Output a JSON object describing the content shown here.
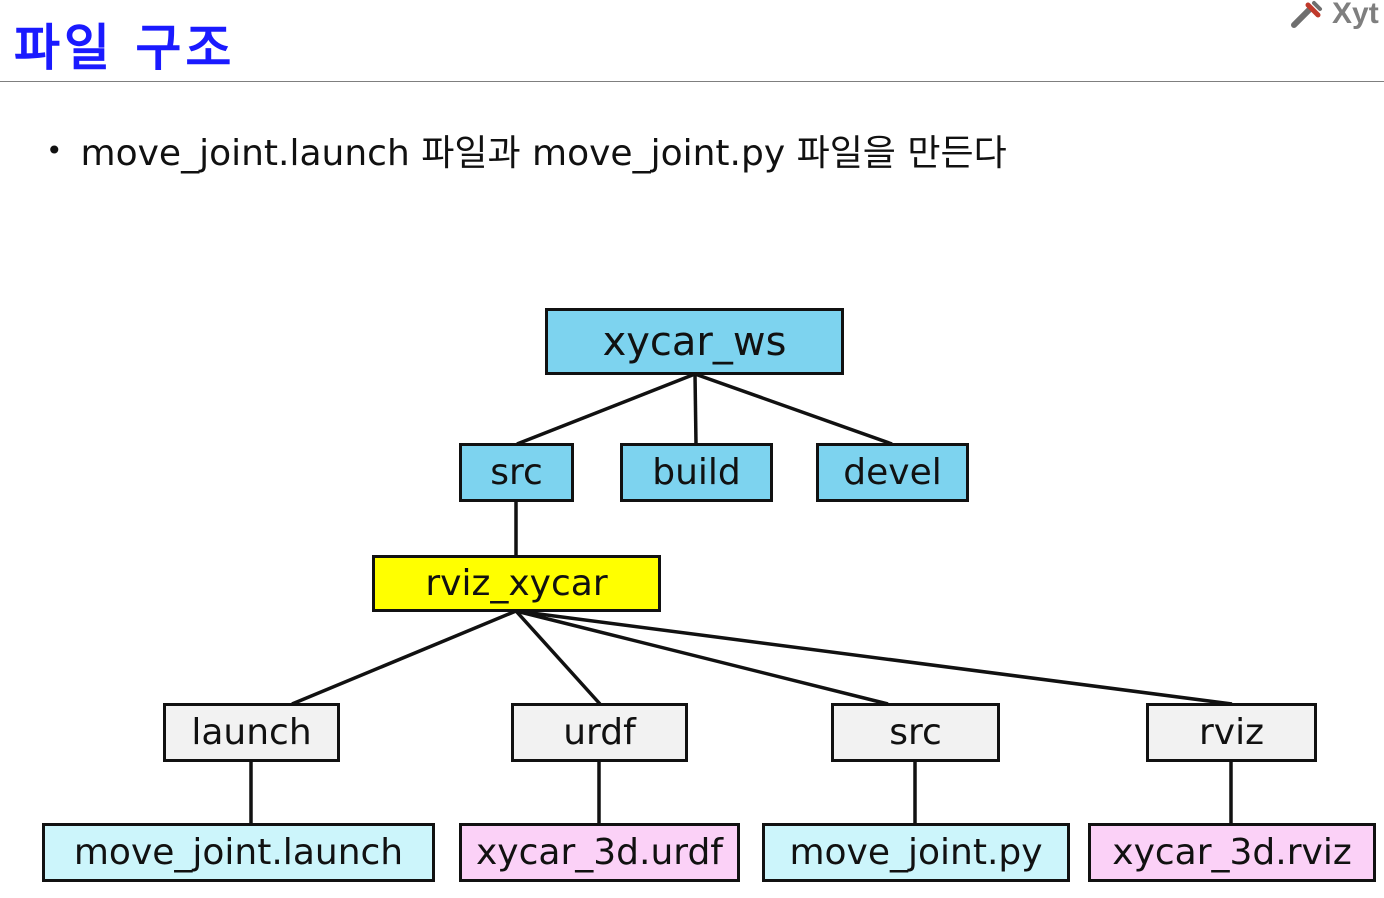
{
  "header": {
    "title": "파일 구조",
    "logo_text": "Xyt",
    "logo_icon": "tools-icon"
  },
  "bullet": {
    "text": "move_joint.launch 파일과 move_joint.py 파일을 만든다"
  },
  "tree": {
    "root": "xycar_ws",
    "level1": [
      "src",
      "build",
      "devel"
    ],
    "package": "rviz_xycar",
    "folders": [
      "launch",
      "urdf",
      "src",
      "rviz"
    ],
    "files": [
      "move_joint.launch",
      "xycar_3d.urdf",
      "move_joint.py",
      "xycar_3d.rviz"
    ]
  },
  "colors": {
    "title": "#1a1aff",
    "workspace_box": "#7dd3ef",
    "package_box": "#ffff00",
    "folder_box": "#f2f2f2",
    "python_launch_file_box": "#ccf5fb",
    "config_file_box": "#fbd1f7"
  }
}
